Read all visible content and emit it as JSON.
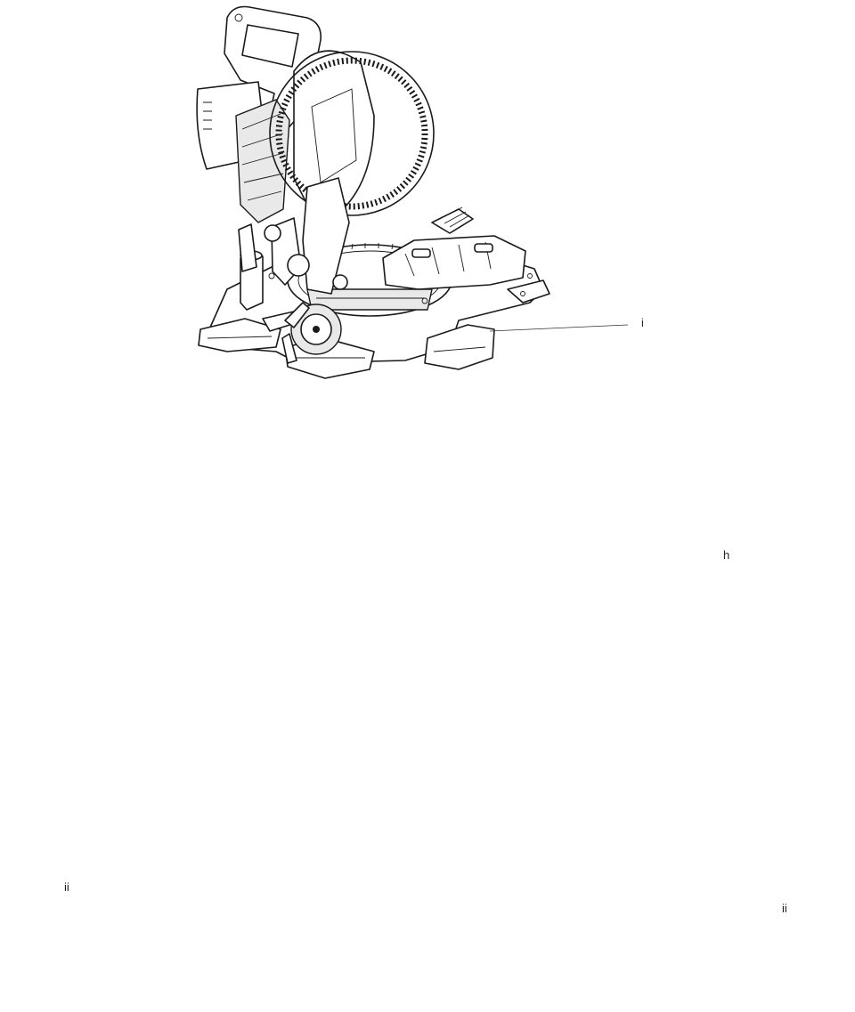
{
  "callouts": {
    "step1_right": "i",
    "step2_right": "h",
    "step3_left": "ii",
    "step3_right": "ii"
  },
  "icons": [
    "miter-saw-head",
    "saw-base",
    "extension-rod",
    "down-arrow"
  ]
}
